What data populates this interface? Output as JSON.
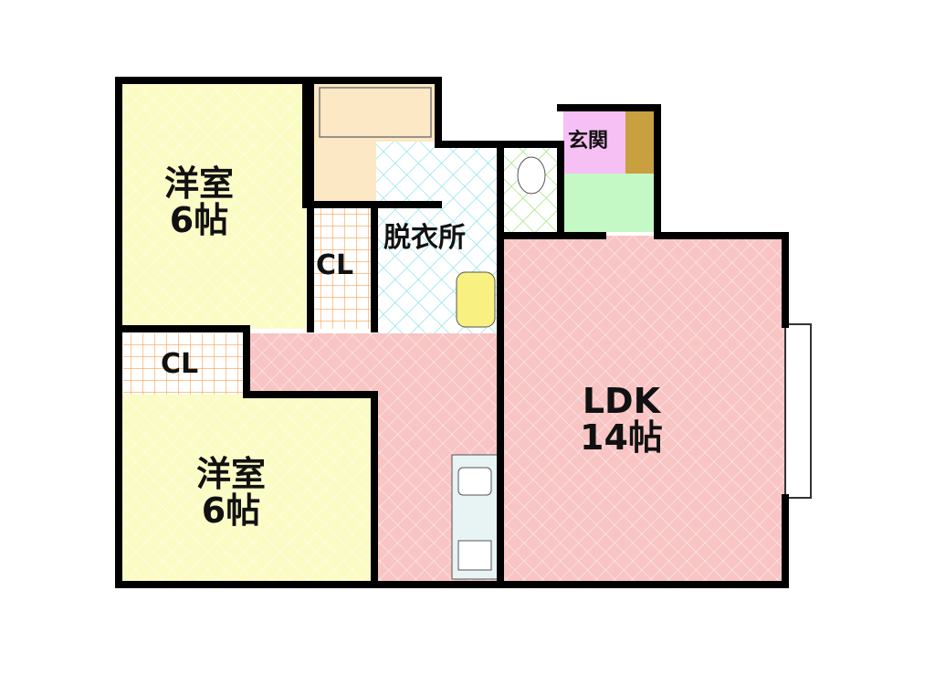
{
  "rooms": {
    "western_room_1": {
      "name": "洋室",
      "size": "6帖"
    },
    "western_room_2": {
      "name": "洋室",
      "size": "6帖"
    },
    "closet_1": {
      "name": "CL"
    },
    "closet_2": {
      "name": "CL"
    },
    "dressing_room": {
      "name": "脱衣所"
    },
    "entrance": {
      "name": "玄関"
    },
    "ldk": {
      "name": "LDK",
      "size": "14帖"
    }
  },
  "colors": {
    "western": "#FBFBC4",
    "bath": "#FCE8C4",
    "dressing": "#DDF6F8",
    "toilet": "#E4F8C8",
    "entrance": "#F6C0F4",
    "storage": "#C8A040",
    "entry_floor": "#C4F8C4",
    "ldk": "#F8C4C4",
    "wall": "#000000"
  }
}
